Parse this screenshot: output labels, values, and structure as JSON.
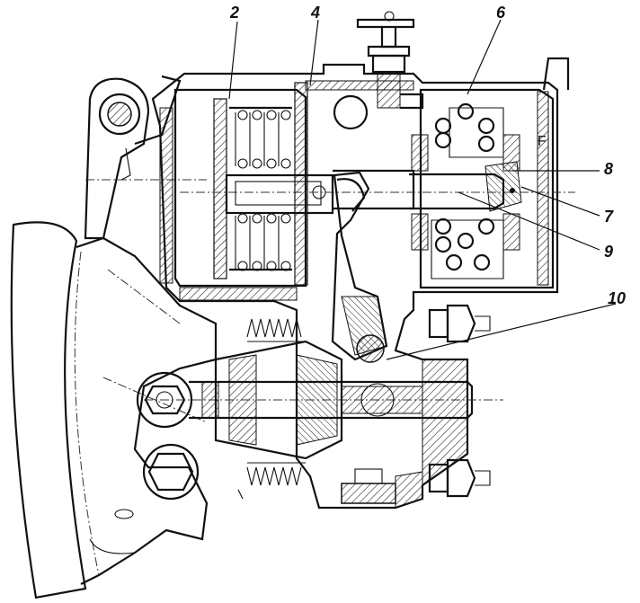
{
  "diagram": {
    "type": "mechanical-cross-section",
    "callouts": [
      {
        "id": "c2",
        "label": "2"
      },
      {
        "id": "c4",
        "label": "4"
      },
      {
        "id": "c6",
        "label": "6"
      },
      {
        "id": "c8",
        "label": "8"
      },
      {
        "id": "c7",
        "label": "7"
      },
      {
        "id": "c9",
        "label": "9"
      },
      {
        "id": "c10",
        "label": "10"
      }
    ],
    "zone_label": "F"
  }
}
